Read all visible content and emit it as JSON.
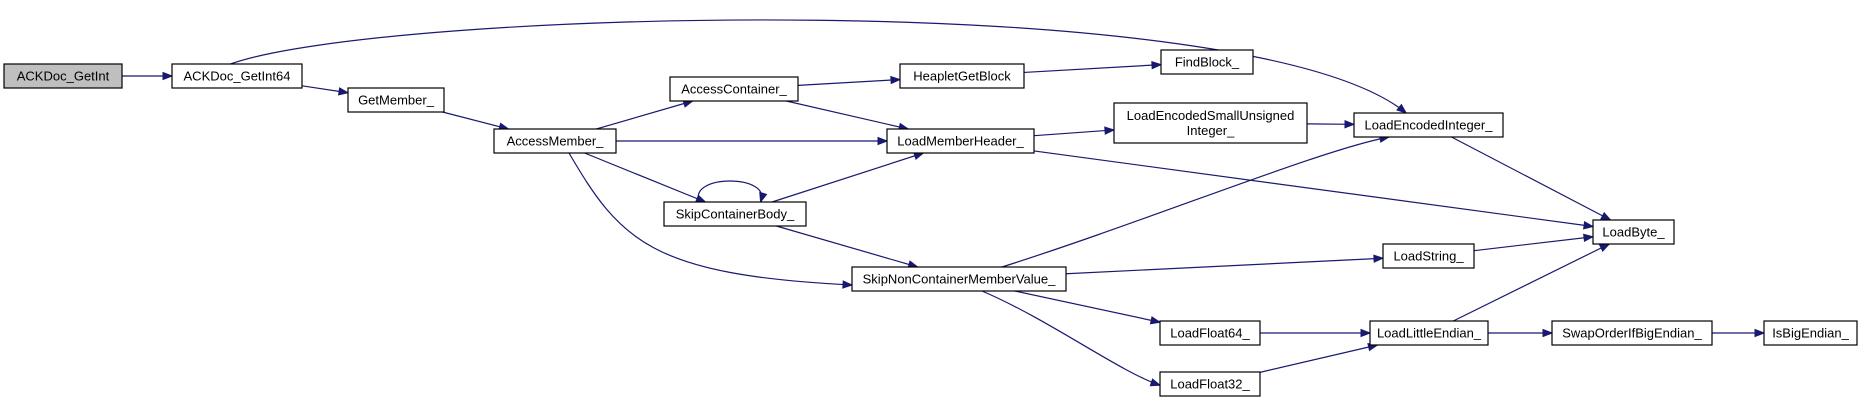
{
  "edge_color": "#191970",
  "root_fill": "#bfbfbf",
  "nodes": [
    {
      "id": "n0",
      "lines": [
        "ACKDoc_GetInt"
      ]
    },
    {
      "id": "n1",
      "lines": [
        "ACKDoc_GetInt64"
      ]
    },
    {
      "id": "n2",
      "lines": [
        "GetMember_"
      ]
    },
    {
      "id": "n3",
      "lines": [
        "AccessMember_"
      ]
    },
    {
      "id": "n4",
      "lines": [
        "AccessContainer_"
      ]
    },
    {
      "id": "n5",
      "lines": [
        "HeapletGetBlock"
      ]
    },
    {
      "id": "n6",
      "lines": [
        "FindBlock_"
      ]
    },
    {
      "id": "n7",
      "lines": [
        "LoadMemberHeader_"
      ]
    },
    {
      "id": "n8",
      "lines": [
        "LoadEncodedSmallUnsigned",
        "Integer_"
      ]
    },
    {
      "id": "n9",
      "lines": [
        "LoadEncodedInteger_"
      ]
    },
    {
      "id": "n10",
      "lines": [
        "LoadByte_"
      ]
    },
    {
      "id": "n11",
      "lines": [
        "SkipContainerBody_"
      ]
    },
    {
      "id": "n12",
      "lines": [
        "SkipNonContainerMemberValue_"
      ]
    },
    {
      "id": "n13",
      "lines": [
        "LoadString_"
      ]
    },
    {
      "id": "n14",
      "lines": [
        "LoadFloat64_"
      ]
    },
    {
      "id": "n15",
      "lines": [
        "LoadFloat32_"
      ]
    },
    {
      "id": "n16",
      "lines": [
        "LoadLittleEndian_"
      ]
    },
    {
      "id": "n17",
      "lines": [
        "SwapOrderIfBigEndian_"
      ]
    },
    {
      "id": "n18",
      "lines": [
        "IsBigEndian_"
      ]
    }
  ],
  "edges": [
    {
      "from": "n0",
      "to": "n1"
    },
    {
      "from": "n1",
      "to": "n9"
    },
    {
      "from": "n1",
      "to": "n2"
    },
    {
      "from": "n2",
      "to": "n3"
    },
    {
      "from": "n3",
      "to": "n4"
    },
    {
      "from": "n3",
      "to": "n7"
    },
    {
      "from": "n3",
      "to": "n11"
    },
    {
      "from": "n3",
      "to": "n12"
    },
    {
      "from": "n4",
      "to": "n5"
    },
    {
      "from": "n4",
      "to": "n7"
    },
    {
      "from": "n5",
      "to": "n6"
    },
    {
      "from": "n7",
      "to": "n8"
    },
    {
      "from": "n7",
      "to": "n10"
    },
    {
      "from": "n8",
      "to": "n9"
    },
    {
      "from": "n9",
      "to": "n10"
    },
    {
      "from": "n11",
      "to": "n11"
    },
    {
      "from": "n11",
      "to": "n7"
    },
    {
      "from": "n11",
      "to": "n12"
    },
    {
      "from": "n12",
      "to": "n9"
    },
    {
      "from": "n12",
      "to": "n13"
    },
    {
      "from": "n12",
      "to": "n14"
    },
    {
      "from": "n12",
      "to": "n15"
    },
    {
      "from": "n13",
      "to": "n10"
    },
    {
      "from": "n14",
      "to": "n16"
    },
    {
      "from": "n15",
      "to": "n16"
    },
    {
      "from": "n16",
      "to": "n10"
    },
    {
      "from": "n16",
      "to": "n17"
    },
    {
      "from": "n17",
      "to": "n18"
    }
  ]
}
